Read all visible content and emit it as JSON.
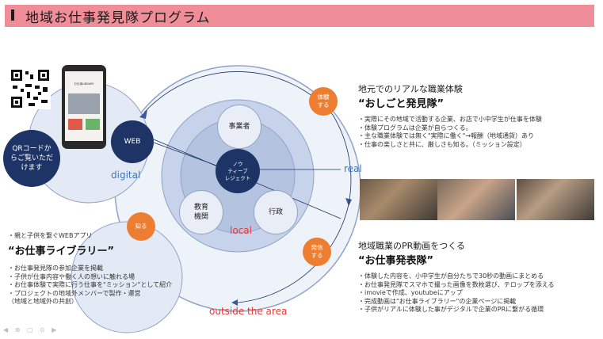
{
  "title": "地域お仕事発見隊プログラム",
  "qr_bubble": "QRコードからご覧いただけます",
  "nodes": {
    "web": "WEB",
    "center": "ノウ\nティーブ\nレジェクト",
    "business": "事業者",
    "education": "教育\n機関",
    "government": "行政"
  },
  "ring_labels": {
    "digital": "digital",
    "real": "real",
    "local": "local",
    "outside": "outside the area"
  },
  "badges": {
    "experience": "体験\nする",
    "know": "知る",
    "share": "発信\nする"
  },
  "top_section": {
    "subtitle": "地元でのリアルな職業体験",
    "heading": "“おしごと発見隊”",
    "bullets": [
      "・実際にその地域で活動する企業、お店で小中学生が仕事を体験",
      "・体験プログラムは企業が自らつくる。",
      "・主な職業体験では無く\"実際に働く\"→報酬（地域通貨）あり",
      "・仕事の楽しさと共に、厳しさも知る。（ミッション設定）"
    ]
  },
  "bottom_section": {
    "subtitle": "地域職業のPR動画をつくる",
    "heading": "“お仕事発表隊”",
    "bullets": [
      "・体験した内容を、小中学生が自分たちで30秒の動画にまとめる",
      "・お仕事発見隊でスマホで撮った画像を数枚選び、テロップを添える",
      "・imovieで作成、youtubeにアップ",
      "・完成動画は\"お仕事ライブラリー\"の企業ページに掲載",
      "・子供がリアルに体験した事がデジタルで企業のPRに繋がる循環"
    ]
  },
  "left_section": {
    "subtitle": "・親と子供を繋ぐWEBアプリ",
    "heading": "“お仕事ライブラリー”",
    "bullets": [
      "・お仕事発見隊の参加企業を掲載",
      "・子供が仕事内容や働く人の想いに触れる場",
      "・お仕事体験で実際に行う仕事を\"ミッション\"として紹介",
      "・プロジェクトの地域外メンバーで製作・運営",
      "（地域と地域外の共創）"
    ]
  },
  "phone_screen_title": "お仕事LIBRARY",
  "colors": {
    "title_bar": "#ef8d99",
    "navy": "#1e3466",
    "orange": "#ed7d31",
    "ring_fill": "#dde5f2",
    "ring_stroke": "#8fa4c8",
    "label_blue": "#3a78c2",
    "label_red": "#e53935"
  }
}
